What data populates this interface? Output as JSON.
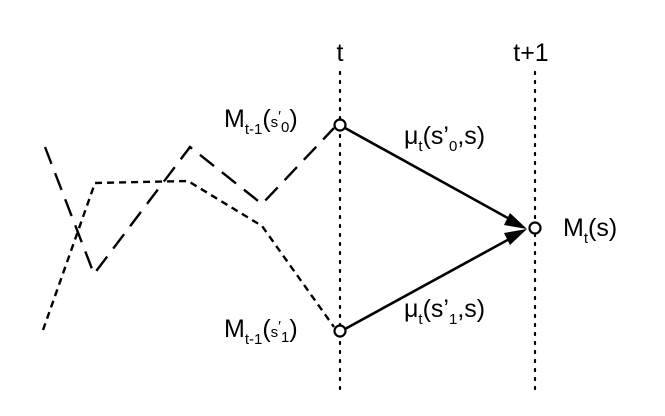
{
  "diagram": {
    "time_labels": {
      "t": "t",
      "t_plus_1": "t+1"
    },
    "nodes": {
      "m_prev_0": {
        "base": "M",
        "subscript": "t-1",
        "open_paren": "(",
        "arg": "s",
        "prime": "′",
        "arg_sub": "0",
        "close_paren": ")"
      },
      "m_prev_1": {
        "base": "M",
        "subscript": "t-1",
        "open_paren": "(",
        "arg": "s",
        "prime": "′",
        "arg_sub": "1",
        "close_paren": ")"
      },
      "m_t": {
        "base": "M",
        "subscript": "t",
        "rest": "(s)"
      }
    },
    "edges": {
      "mu_0": {
        "symbol": "μ",
        "subscript": "t",
        "open": "(s’",
        "arg_sub": "0",
        "close": ",s)"
      },
      "mu_1": {
        "symbol": "μ",
        "subscript": "t",
        "open": "(s’",
        "arg_sub": "1",
        "close": ",s)"
      }
    },
    "colors": {
      "ink": "#000000",
      "background": "#ffffff"
    }
  }
}
